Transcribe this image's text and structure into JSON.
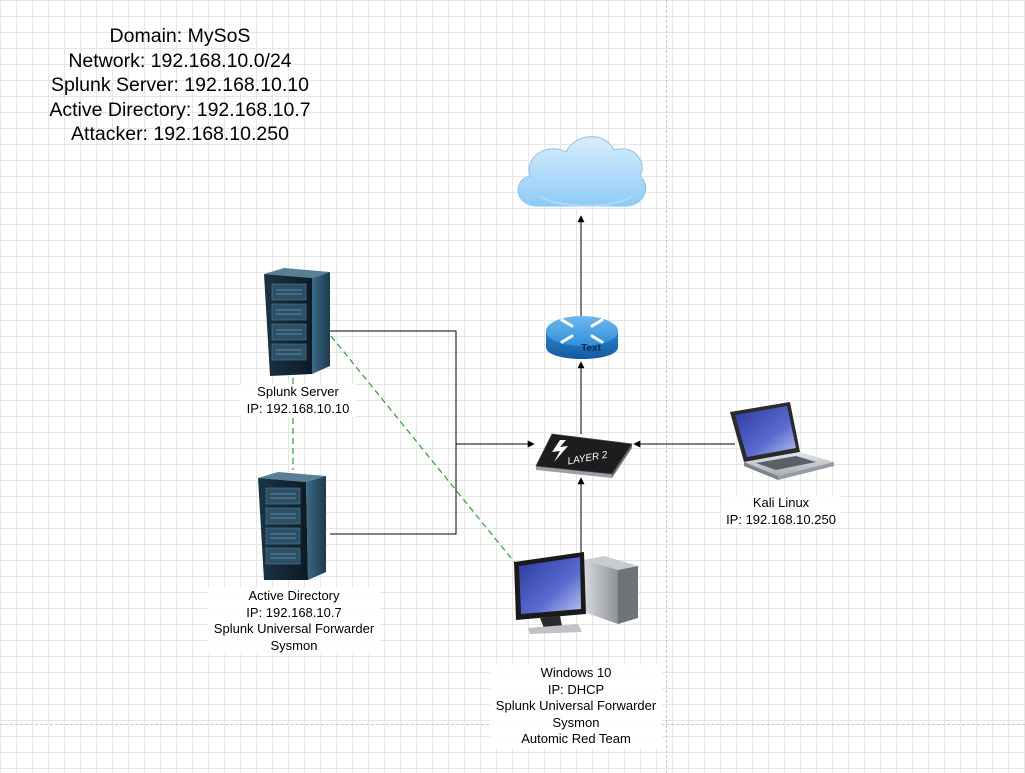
{
  "info": {
    "domain": "Domain: MySoS",
    "network": "Network: 192.168.10.0/24",
    "splunk_server": "Splunk Server: 192.168.10.10",
    "active_directory": "Active Directory: 192.168.10.7",
    "attacker": "Attacker: 192.168.10.250"
  },
  "nodes": {
    "splunk_server": {
      "name": "Splunk Server",
      "ip": "IP: 192.168.10.10",
      "icon": "server-rack-icon"
    },
    "active_directory": {
      "name": "Active Directory",
      "ip": "IP: 192.168.10.7",
      "agent": "Splunk Universal Forwarder",
      "sysmon": "Sysmon",
      "icon": "server-rack-icon"
    },
    "kali": {
      "name": "Kali Linux",
      "ip": "IP: 192.168.10.250",
      "icon": "laptop-icon"
    },
    "windows": {
      "name": "Windows 10",
      "ip": "IP: DHCP",
      "agent": "Splunk Universal Forwarder",
      "sysmon": "Sysmon",
      "extra": "Automic Red Team",
      "icon": "desktop-pc-icon"
    },
    "router": {
      "label": "Text",
      "icon": "router-icon"
    },
    "switch": {
      "label": "LAYER 2",
      "icon": "layer2-switch-icon"
    },
    "internet": {
      "icon": "cloud-icon"
    }
  },
  "colors": {
    "link": "#000000",
    "log_forwarding": "#2e9c2e",
    "router_blue": "#1f7fd0",
    "cloud_blue": "#9fd2f8",
    "server_dark": "#12222e"
  }
}
